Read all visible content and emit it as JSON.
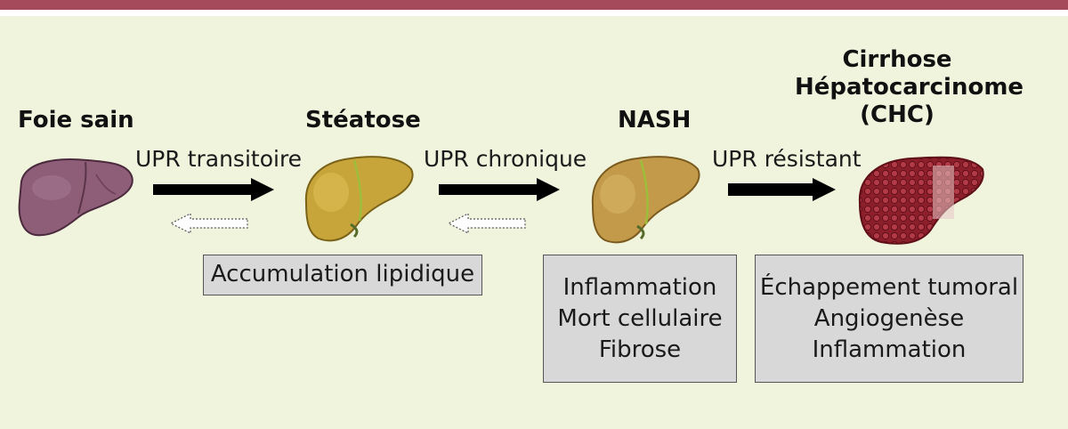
{
  "stages": {
    "foie_sain": "Foie sain",
    "steatose": "Stéatose",
    "nash": "NASH",
    "chc": [
      "Cirrhose",
      "Hépatocarcinome",
      "(CHC)"
    ]
  },
  "arrows": {
    "upr_transitoire": "UPR transitoire",
    "upr_chronique": "UPR chronique",
    "upr_resistant": "UPR résistant"
  },
  "boxes": {
    "steatose": [
      "Accumulation lipidique"
    ],
    "nash": [
      "Inflammation",
      "Mort cellulaire",
      "Fibrose"
    ],
    "chc": [
      "Échappement tumoral",
      "Angiogenèse",
      "Inflammation"
    ]
  },
  "colors": {
    "top_bar": "#a44a5a",
    "panel_bg": "#f0f4dd",
    "box_bg": "#d8d8d8",
    "healthy_liver": "#8e5e78",
    "fatty_liver": "#c8a53a",
    "tumor_liver": "#8c1f2a"
  }
}
